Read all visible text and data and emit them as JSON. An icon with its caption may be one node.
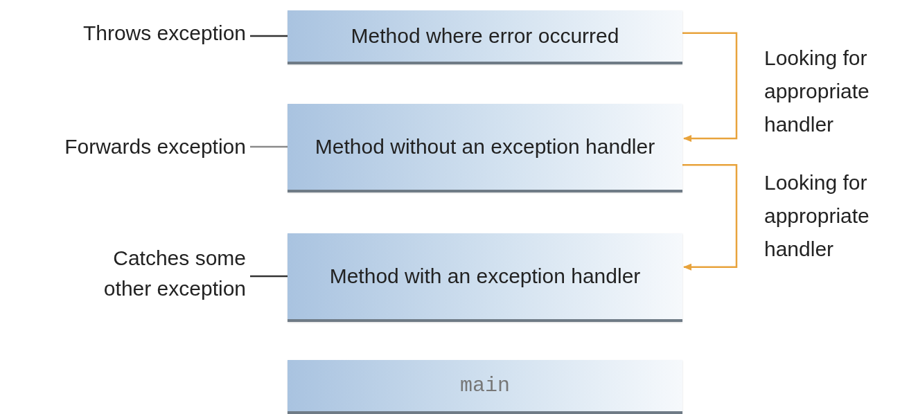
{
  "diagram": {
    "nodes": [
      {
        "text": [
          "Throws exception"
        ]
      },
      {
        "text": [
          "Method where error occurred"
        ]
      },
      {
        "text": [
          "Forwards exception"
        ]
      },
      {
        "text": [
          "Method without an exception handler"
        ]
      },
      {
        "text": [
          "Catches some other exception"
        ]
      },
      {
        "text": [
          "Method with an exception handler"
        ]
      },
      {
        "text": [
          "main"
        ]
      }
    ],
    "edges": [
      {
        "from": 0,
        "to": 1,
        "arrow": "none"
      },
      {
        "from": 2,
        "to": 3,
        "arrow": "none",
        "color": "#8a8a8a"
      },
      {
        "from": 4,
        "to": 5,
        "arrow": "none"
      },
      {
        "from": 1,
        "to": 3,
        "arrow": "to",
        "label": "Looking for appropriate handler",
        "color": "#e8a33c"
      },
      {
        "from": 3,
        "to": 5,
        "arrow": "to",
        "label": "Looking for appropriate handler",
        "color": "#e8a33c"
      }
    ]
  }
}
